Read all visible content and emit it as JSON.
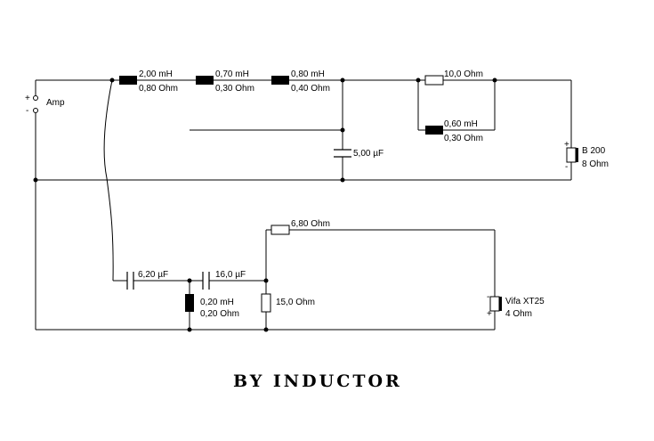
{
  "amp": {
    "plus": "+",
    "minus": "-",
    "label": "Amp"
  },
  "woofer_path": {
    "l1": {
      "value": "2,00 mH",
      "resistance": "0,80 Ohm"
    },
    "l2": {
      "value": "0,70 mH",
      "resistance": "0,30 Ohm"
    },
    "l3": {
      "value": "0,80 mH",
      "resistance": "0,40 Ohm"
    },
    "r1": "10,0 Ohm",
    "l4": {
      "value": "0,60 mH",
      "resistance": "0,30 Ohm"
    },
    "c1": "5,00 µF",
    "speaker": {
      "name": "B 200",
      "impedance": "8 Ohm",
      "plus": "+",
      "minus": "-"
    }
  },
  "tweeter_path": {
    "c2": "6,20 µF",
    "c3": "16,0 µF",
    "l5": {
      "value": "0,20 mH",
      "resistance": "0,20 Ohm"
    },
    "r2": "15,0 Ohm",
    "r3": "6,80 Ohm",
    "speaker": {
      "name": "Vifa XT25",
      "impedance": "4 Ohm",
      "plus": "+",
      "minus": "-"
    }
  },
  "footer": {
    "title": "BY INDUCTOR"
  }
}
